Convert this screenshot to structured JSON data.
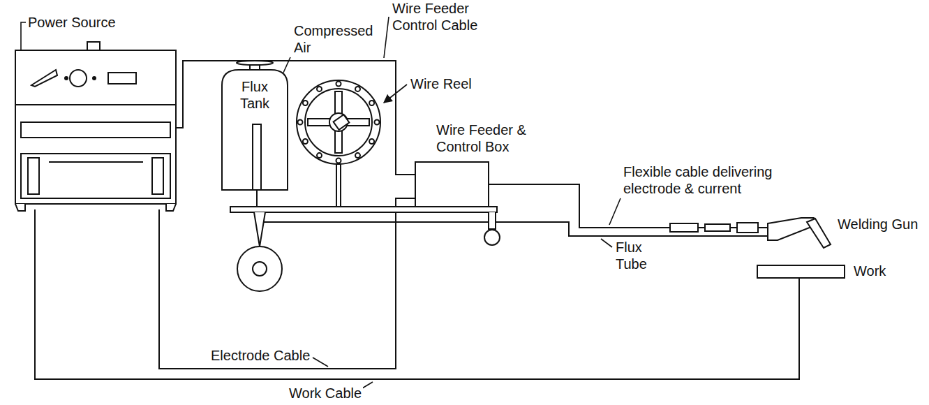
{
  "diagram": {
    "nodes": [
      {
        "text": [
          "Power Source"
        ]
      },
      {
        "text": [
          "Flux Tank"
        ]
      },
      {
        "text": [
          "Wire Feeder & Control Box"
        ]
      },
      {
        "text": [
          "Welding Gun"
        ]
      },
      {
        "text": [
          "Work"
        ]
      }
    ],
    "edges": [
      {
        "from": 0,
        "to": 2,
        "arrow": "none",
        "label": "Wire Feeder Control Cable"
      },
      {
        "from": 0,
        "to": 2,
        "arrow": "none",
        "label": "Electrode Cable"
      },
      {
        "from": 0,
        "to": 4,
        "arrow": "none",
        "label": "Work Cable"
      },
      {
        "from": 2,
        "to": 3,
        "arrow": "none",
        "label": "Flexible cable delivering electrode & current"
      },
      {
        "from": 1,
        "to": 3,
        "arrow": "none",
        "label": "Flux Tube"
      }
    ],
    "labels": [
      "Compressed Air",
      "Wire Reel"
    ]
  }
}
